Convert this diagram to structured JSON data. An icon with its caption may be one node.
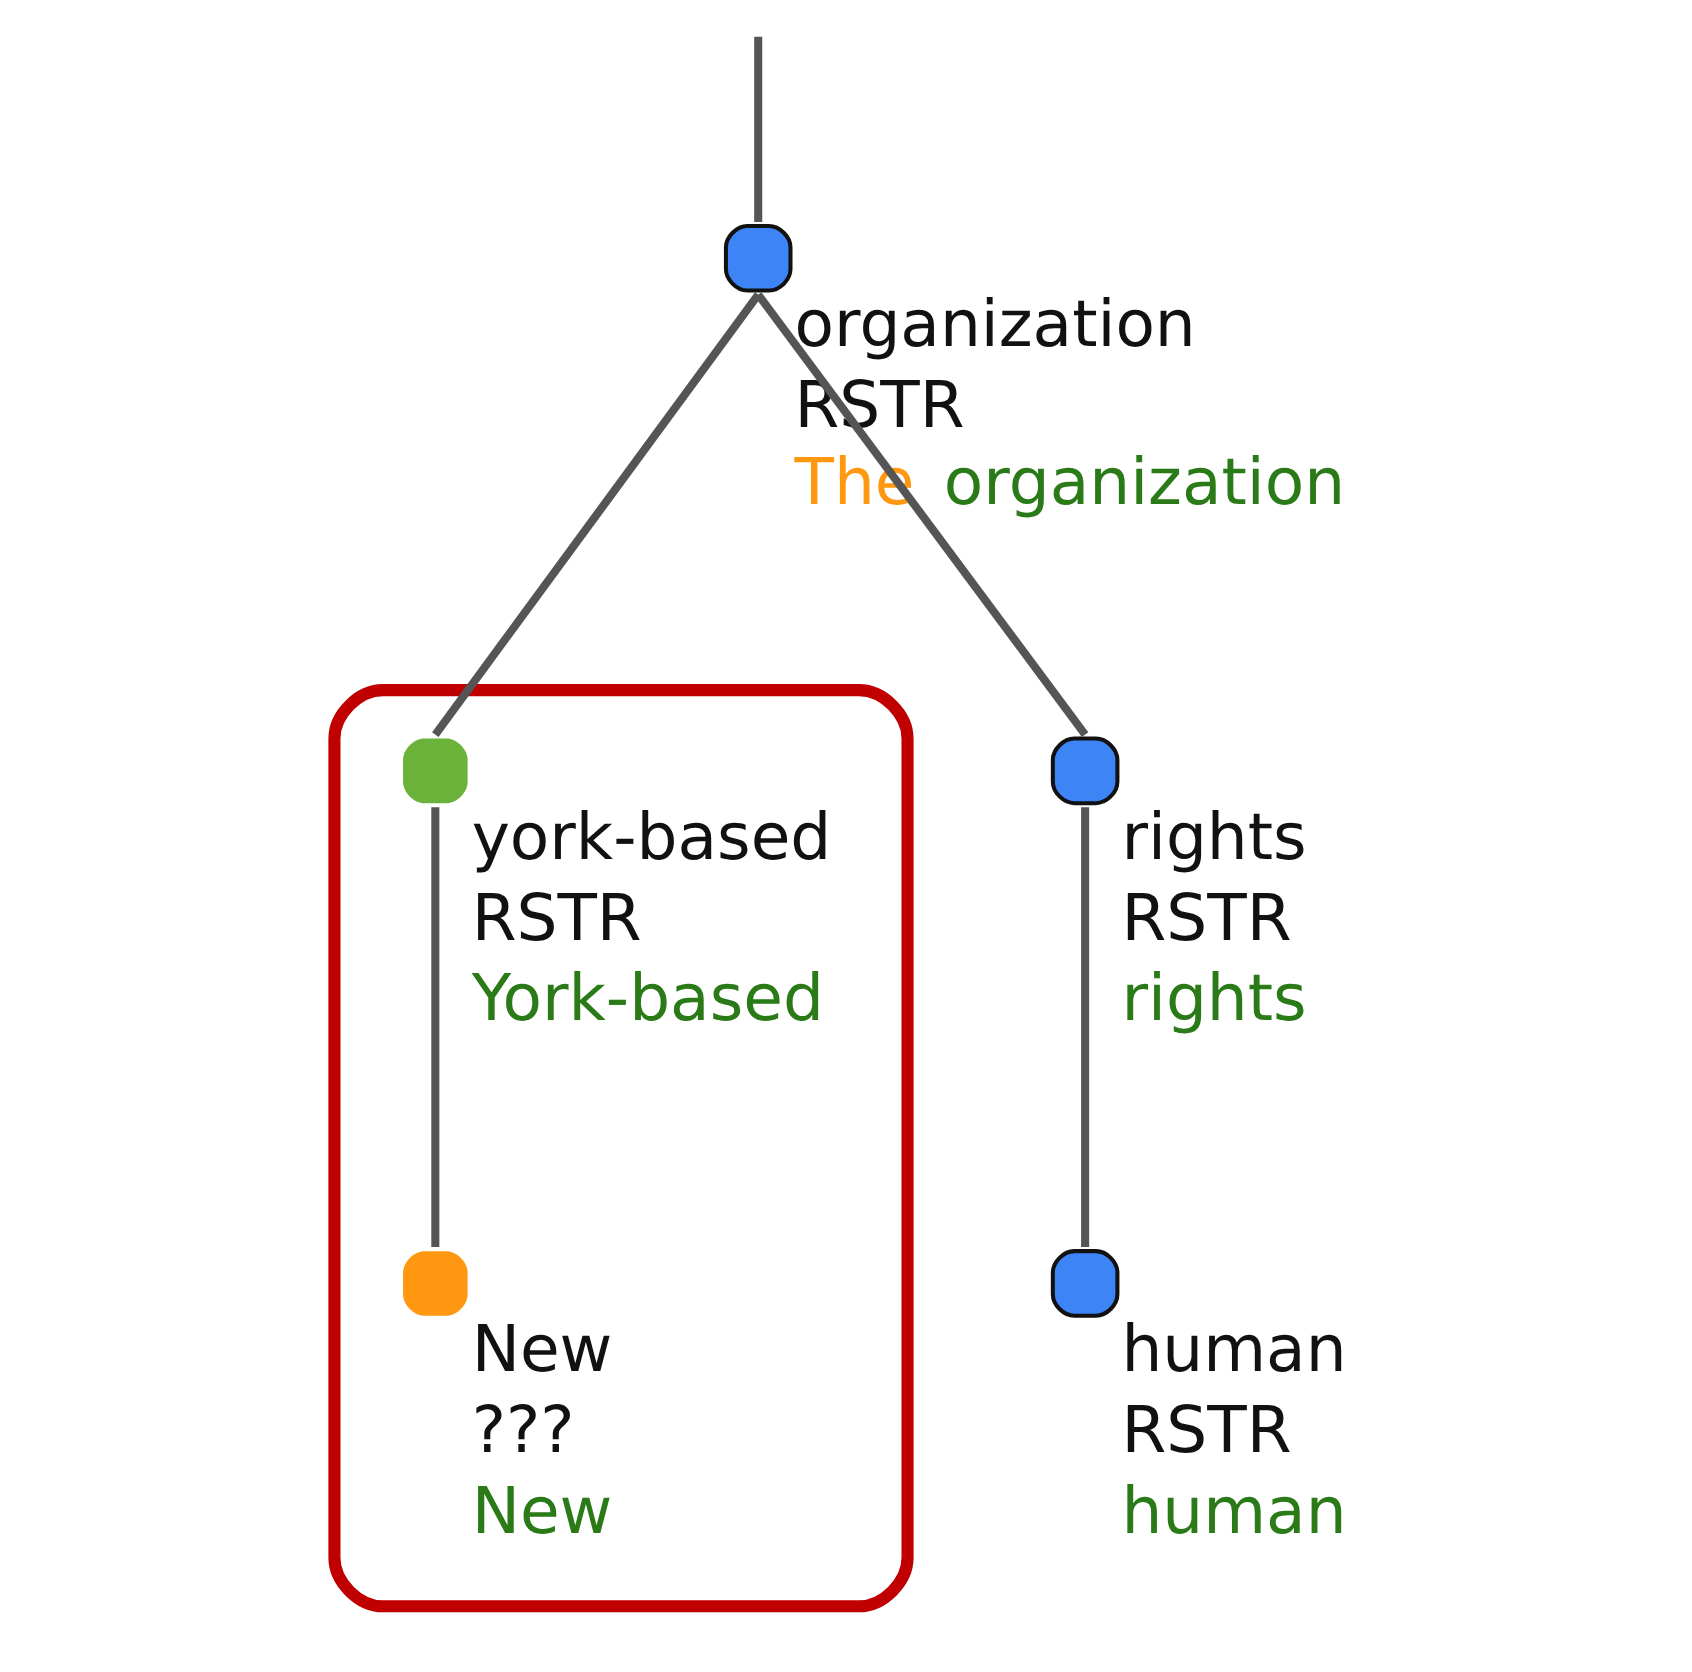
{
  "diagram": {
    "nodes": [
      {
        "text": [
          "organization",
          "RSTR",
          "The organization"
        ]
      },
      {
        "text": [],
        "shape": "ellipse"
      },
      {
        "text": [
          "york-based",
          "RSTR",
          "York-based"
        ],
        "in": 1
      },
      {
        "text": [
          "rights",
          "RSTR",
          "rights"
        ]
      },
      {
        "text": [
          "New",
          "???",
          "New"
        ],
        "in": 1
      },
      {
        "text": [
          "human",
          "RSTR",
          "human"
        ]
      }
    ],
    "edges": [
      {
        "from": null,
        "to": 0,
        "arrow": "none"
      },
      {
        "from": 0,
        "to": 2,
        "arrow": "none"
      },
      {
        "from": 0,
        "to": 3,
        "arrow": "none"
      },
      {
        "from": 2,
        "to": 4,
        "arrow": "none"
      },
      {
        "from": 3,
        "to": 5,
        "arrow": "none"
      }
    ]
  }
}
